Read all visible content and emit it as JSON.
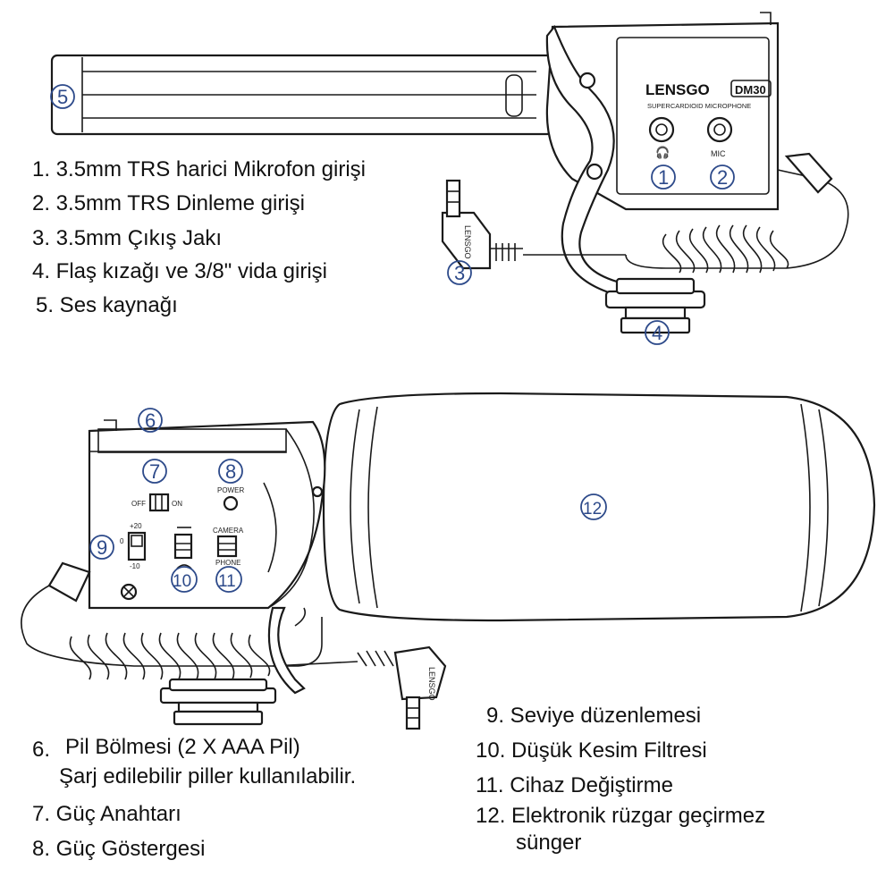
{
  "top_view": {
    "brand": "LENSGO",
    "model": "DM30",
    "subtitle": "SUPERCARDIOID MICROPHONE",
    "mic_port_label": "MIC",
    "plug_label": "LENSGO",
    "legend": [
      "1. 3.5mm TRS harici Mikrofon girişi",
      "2. 3.5mm TRS Dinleme girişi",
      "3. 3.5mm Çıkış Jakı",
      "4. Flaş kızağı ve 3/8\" vida girişi",
      "5. Ses kaynağı"
    ]
  },
  "side_view": {
    "switch_off": "OFF",
    "switch_on": "ON",
    "power": "POWER",
    "gain_plus": "+20",
    "gain_zero": "0",
    "gain_minus": "-10",
    "camera": "CAMERA",
    "phone": "PHONE",
    "plug_label": "LENSGO"
  },
  "callouts": [
    "1",
    "2",
    "3",
    "4",
    "5",
    "6",
    "7",
    "8",
    "9",
    "10",
    "11",
    "12"
  ],
  "legend_bottom_left": {
    "item6_num": "6.",
    "item6_line1": "Pil Bölmesi (2 X AAA Pil)",
    "item6_line2": "Şarj edilebilir piller kullanılabilir.",
    "item7": "7. Güç Anahtarı",
    "item8": "8. Güç Göstergesi"
  },
  "legend_bottom_right": {
    "item9": "9. Seviye düzenlemesi",
    "item10": "10. Düşük Kesim Filtresi",
    "item11": "11. Cihaz Değiştirme",
    "item12_line1": "12. Elektronik rüzgar geçirmez",
    "item12_line2": "sünger"
  }
}
